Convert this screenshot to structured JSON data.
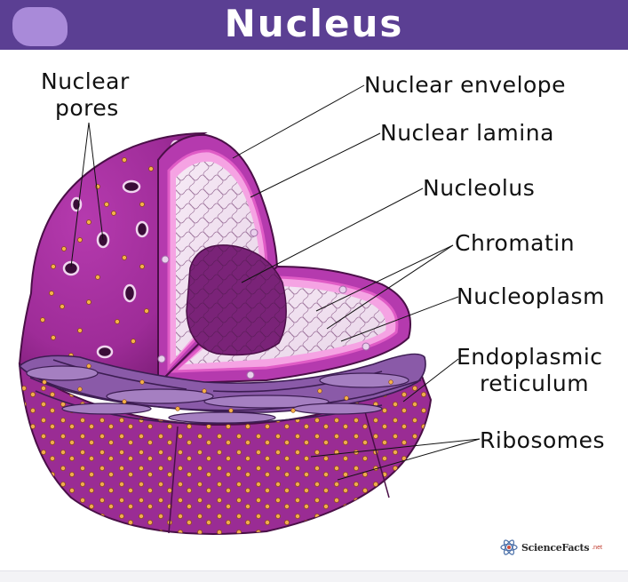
{
  "title": "Nucleus",
  "labels": {
    "nuclear_pores_line1": "Nuclear",
    "nuclear_pores_line2": "pores",
    "nuclear_envelope": "Nuclear envelope",
    "nuclear_lamina": "Nuclear lamina",
    "nucleolus": "Nucleolus",
    "chromatin": "Chromatin",
    "nucleoplasm": "Nucleoplasm",
    "endoplasmic_line1": "Endoplasmic",
    "endoplasmic_line2": "reticulum",
    "ribosomes": "Ribosomes"
  },
  "brand": {
    "name": "ScienceFacts",
    "tld": ".net"
  },
  "colors": {
    "header": "#5b3f93",
    "nucleus_outer": "#a4309e",
    "nucleus_dark": "#7d1f78",
    "lamina": "#f5a3e3",
    "nucleolus": "#7a2378",
    "er": "#8a5aa8",
    "ribosome": "#f6b24a"
  },
  "icons": [
    "atom-logo-icon"
  ]
}
